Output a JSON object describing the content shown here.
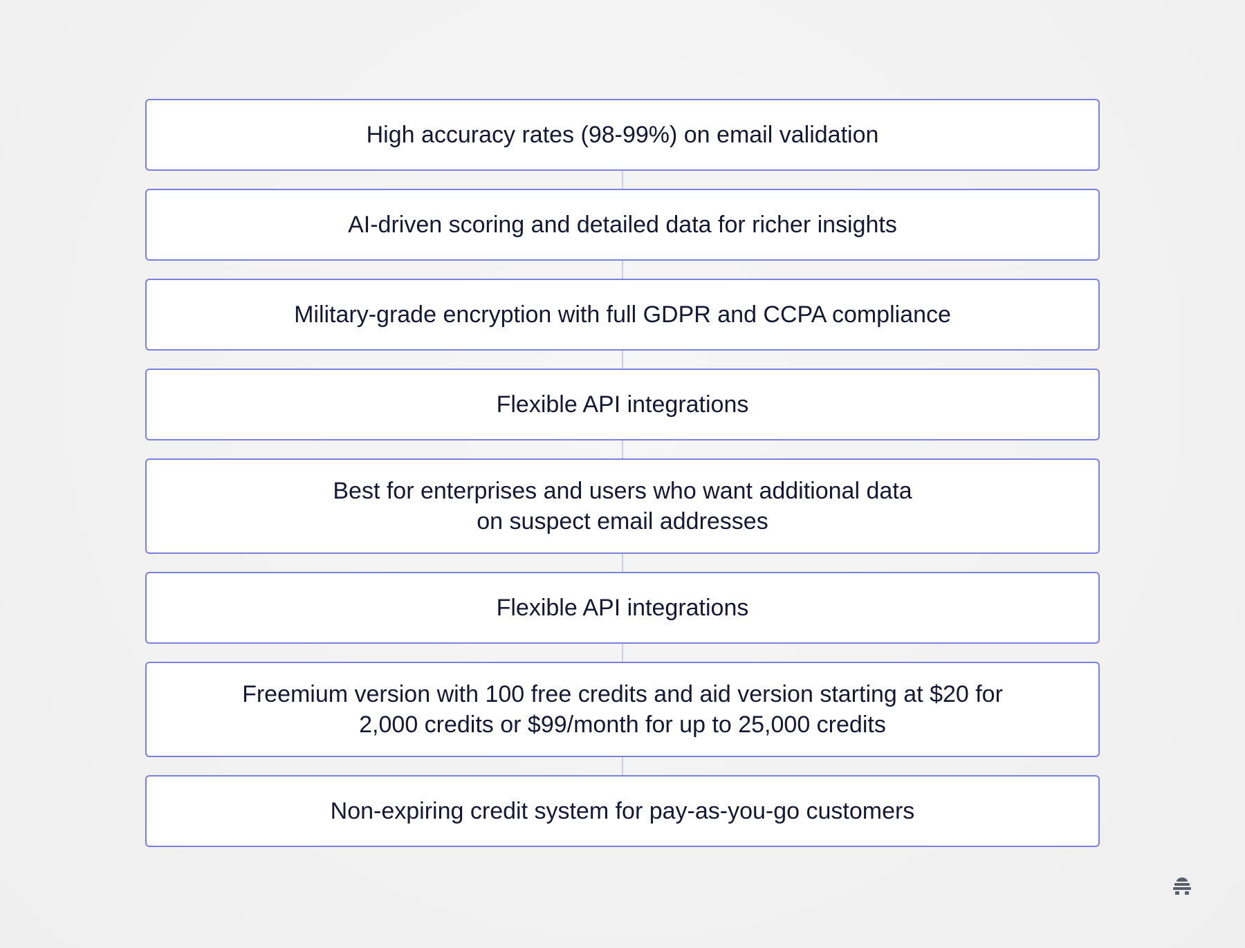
{
  "items": [
    {
      "text": "High accuracy rates (98-99%) on email validation"
    },
    {
      "text": "AI-driven scoring and detailed data for richer insights"
    },
    {
      "text": "Military-grade encryption with full GDPR and CCPA compliance"
    },
    {
      "text": "Flexible API integrations"
    },
    {
      "text": "Best for enterprises and users who want additional data\non suspect email addresses"
    },
    {
      "text": "Flexible API integrations"
    },
    {
      "text": "Freemium version with 100 free credits and aid version starting at $20 for\n2,000 credits or $99/month for up to 25,000 credits"
    },
    {
      "text": "Non-expiring credit system for pay-as-you-go customers"
    }
  ],
  "logo": {
    "icon": "brand-logo-icon"
  },
  "colors": {
    "border": "#7b7fe0",
    "connector": "#c9cde6",
    "text": "#141833",
    "background": "#f2f2f2"
  }
}
